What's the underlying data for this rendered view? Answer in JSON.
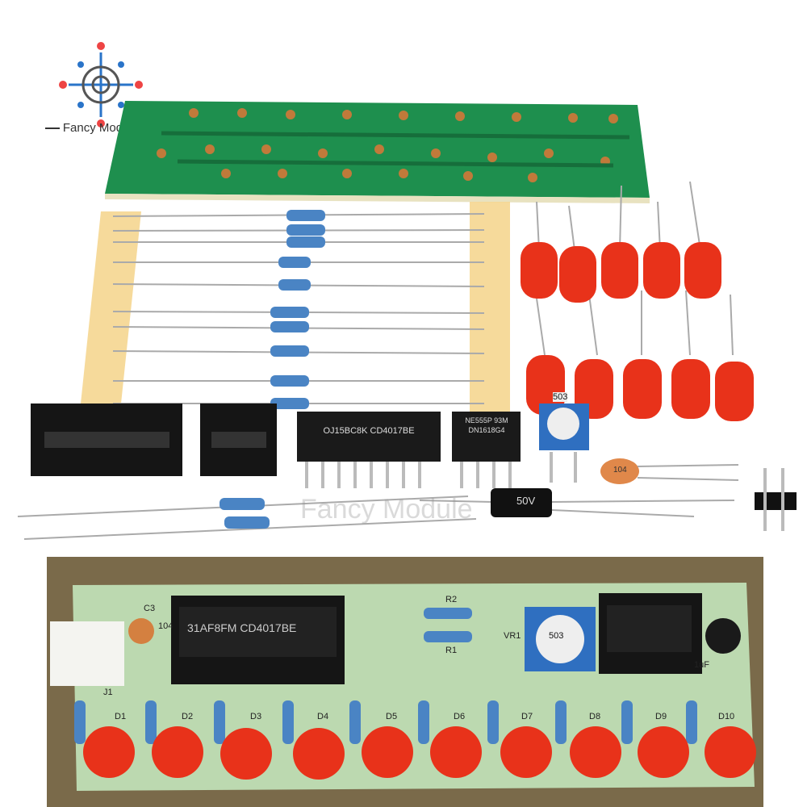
{
  "brand": {
    "name": "Fancy Module",
    "watermark": "Fancy Module"
  },
  "components": {
    "ic_4017_top": "OJ15BC8K  CD4017BE",
    "ic_555_top": "NE555P  93M  DN1618G4",
    "pot_top": "503",
    "ceramic_cap": "104",
    "electrolytic_cap": "50V"
  },
  "board": {
    "ic_4017_marking": "31AF8FM  CD4017BE",
    "ic_555_marking": "",
    "cap_c3_label": "C3",
    "cap_c3_value": "104",
    "connector_label": "J1",
    "resistor_labels": [
      "R2",
      "R1"
    ],
    "vr_label": "VR1",
    "vr_value": "503",
    "ecap_label": "1uF",
    "led_labels": [
      "D1",
      "D2",
      "D3",
      "D4",
      "D5",
      "D6",
      "D7",
      "D8",
      "D9",
      "D10"
    ]
  },
  "colors": {
    "pcb_green": "#1e8f4e",
    "led_red": "#e8321a",
    "resistor_blue": "#4a84c4",
    "tape_yellow": "#f4d38a"
  }
}
